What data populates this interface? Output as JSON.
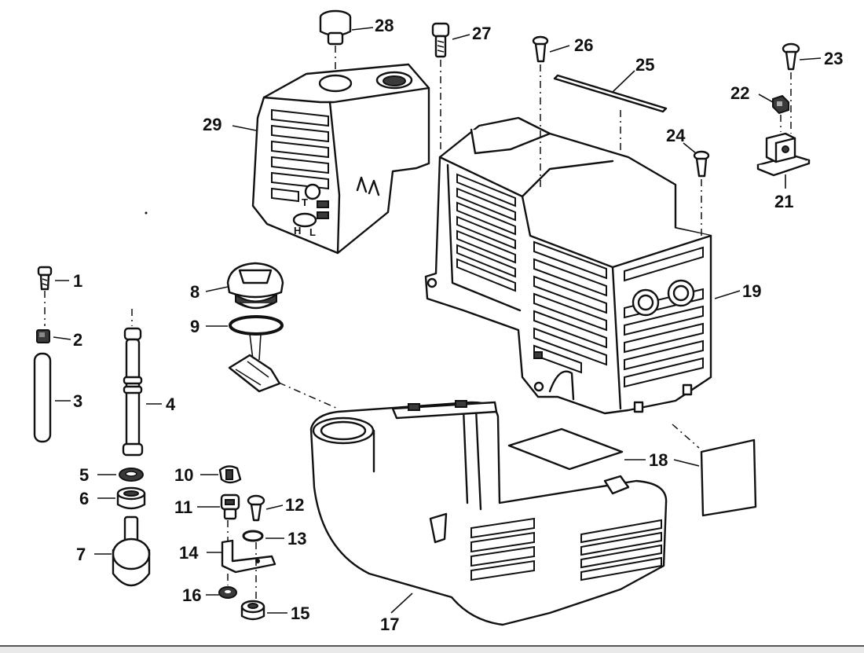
{
  "diagram": {
    "callouts": [
      {
        "id": "p1",
        "label": "1"
      },
      {
        "id": "p2",
        "label": "2"
      },
      {
        "id": "p3",
        "label": "3"
      },
      {
        "id": "p4",
        "label": "4"
      },
      {
        "id": "p5",
        "label": "5"
      },
      {
        "id": "p6",
        "label": "6"
      },
      {
        "id": "p7",
        "label": "7"
      },
      {
        "id": "p8",
        "label": "8"
      },
      {
        "id": "p9",
        "label": "9"
      },
      {
        "id": "p10",
        "label": "10"
      },
      {
        "id": "p11",
        "label": "11"
      },
      {
        "id": "p12",
        "label": "12"
      },
      {
        "id": "p13",
        "label": "13"
      },
      {
        "id": "p14",
        "label": "14"
      },
      {
        "id": "p15",
        "label": "15"
      },
      {
        "id": "p16",
        "label": "16"
      },
      {
        "id": "p17",
        "label": "17"
      },
      {
        "id": "p18",
        "label": "18"
      },
      {
        "id": "p19",
        "label": "19"
      },
      {
        "id": "p21",
        "label": "21"
      },
      {
        "id": "p22",
        "label": "22"
      },
      {
        "id": "p23",
        "label": "23"
      },
      {
        "id": "p24",
        "label": "24"
      },
      {
        "id": "p25",
        "label": "25"
      },
      {
        "id": "p26",
        "label": "26"
      },
      {
        "id": "p27",
        "label": "27"
      },
      {
        "id": "p28",
        "label": "28"
      },
      {
        "id": "p29",
        "label": "29"
      }
    ],
    "markings": {
      "h": "H",
      "l": "L",
      "t": "T"
    }
  }
}
